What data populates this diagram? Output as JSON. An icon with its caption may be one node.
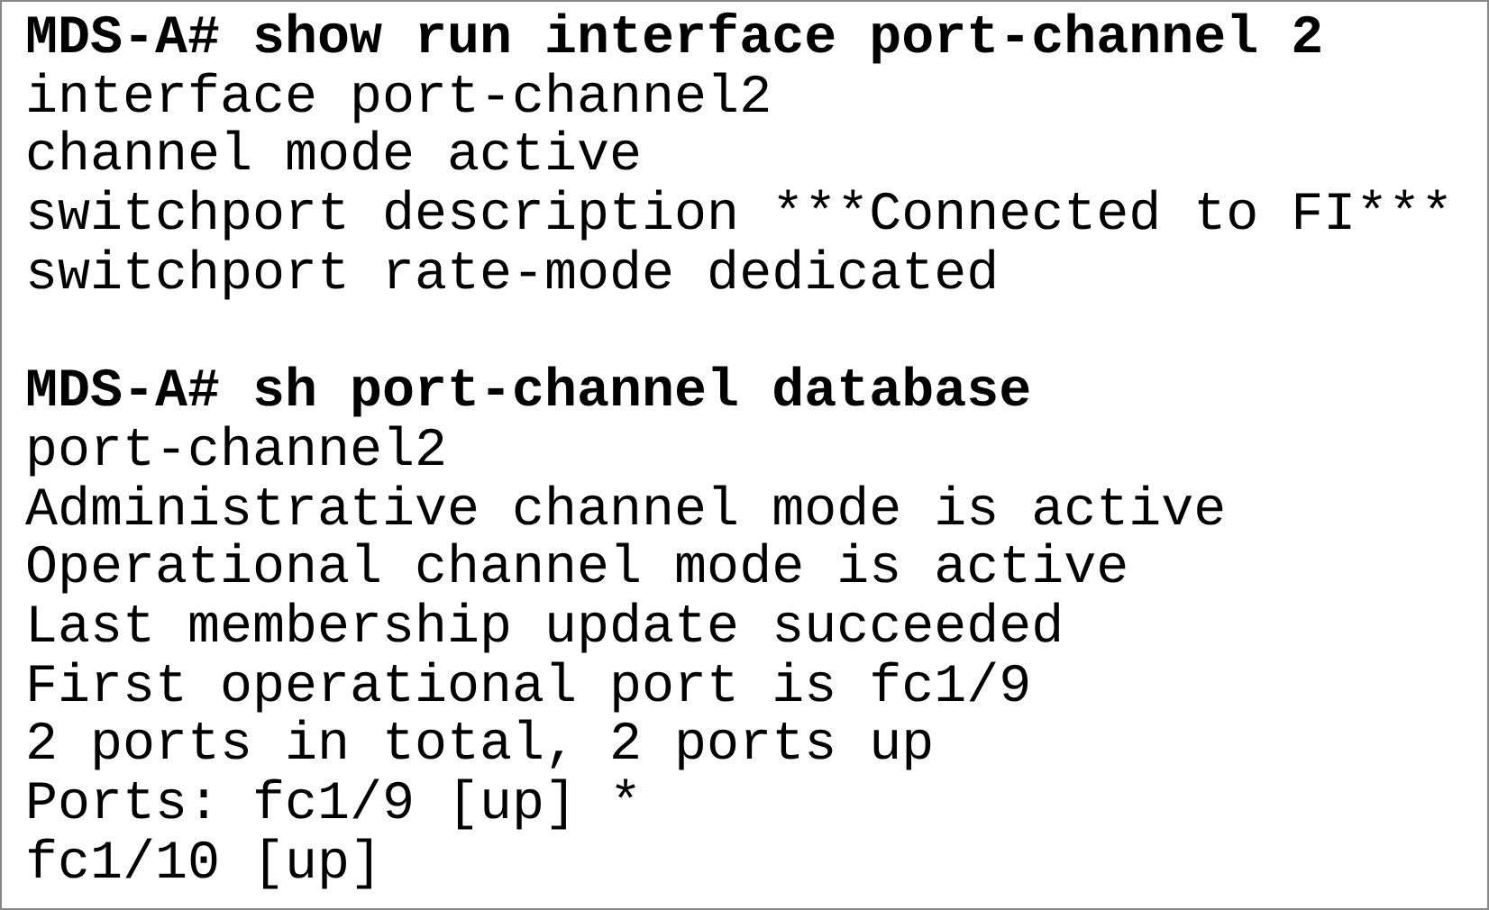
{
  "diagram": {
    "labels": [
      "MDS-A# show run interface port-channel 2",
      "interface port-channel2",
      "channel mode active",
      "switchport description ***Connected to FI***",
      "switchport rate-mode dedicated",
      "MDS-A# sh port-channel database",
      "port-channel2",
      "Administrative channel mode is active",
      "Operational channel mode is active",
      "Last membership update succeeded",
      "First operational port is fc1/9",
      "2 ports in total, 2 ports up",
      "Ports: fc1/9 [up] *",
      "fc1/10 [up]"
    ]
  }
}
